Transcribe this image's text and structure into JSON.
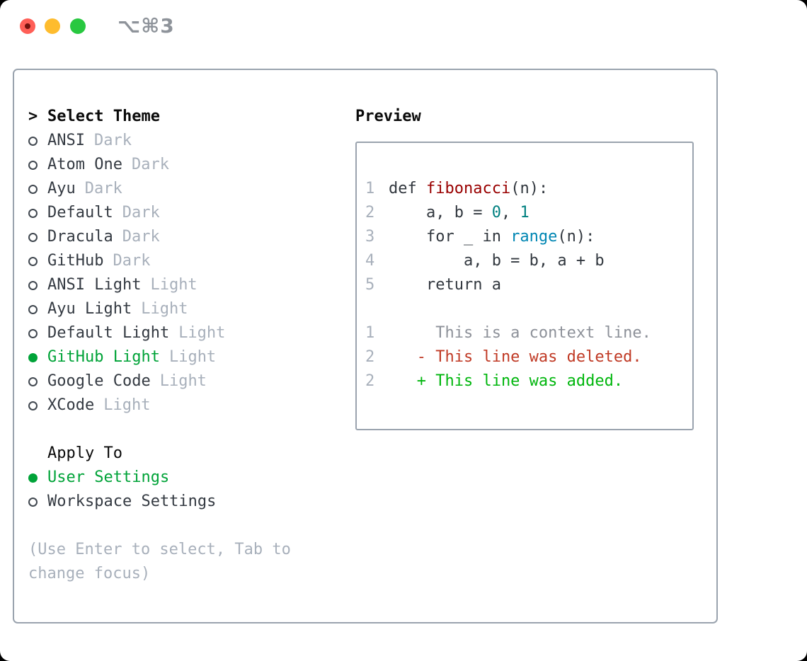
{
  "window": {
    "titlebar_shortcut": "⌥⌘3",
    "traffic_lights": [
      "close",
      "minimize",
      "zoom"
    ]
  },
  "colors": {
    "selection_green": "#00a338",
    "addition_green": "#00b60d",
    "deletion_red": "#c03a25",
    "function_title_red": "#990000",
    "number_teal": "#008080",
    "builtin_blue": "#0086b3",
    "secondary_gray": "#a8b0bb",
    "border_gray": "#9aa3ae",
    "traffic_red": "#ff5f57",
    "traffic_yellow": "#febc2e",
    "traffic_green": "#28c840"
  },
  "theme_panel": {
    "header": {
      "prompt": ">",
      "label": "Select Theme"
    },
    "items": [
      {
        "name": "ANSI",
        "variant": "Dark",
        "selected": false
      },
      {
        "name": "Atom One",
        "variant": "Dark",
        "selected": false
      },
      {
        "name": "Ayu",
        "variant": "Dark",
        "selected": false
      },
      {
        "name": "Default",
        "variant": "Dark",
        "selected": false
      },
      {
        "name": "Dracula",
        "variant": "Dark",
        "selected": false
      },
      {
        "name": "GitHub",
        "variant": "Dark",
        "selected": false
      },
      {
        "name": "ANSI Light",
        "variant": "Light",
        "selected": false
      },
      {
        "name": "Ayu Light",
        "variant": "Light",
        "selected": false
      },
      {
        "name": "Default Light",
        "variant": "Light",
        "selected": false
      },
      {
        "name": "GitHub Light",
        "variant": "Light",
        "selected": true
      },
      {
        "name": "Google Code",
        "variant": "Light",
        "selected": false
      },
      {
        "name": "XCode",
        "variant": "Light",
        "selected": false
      }
    ],
    "apply_to": {
      "label": "Apply To",
      "options": [
        {
          "name": "User Settings",
          "selected": true
        },
        {
          "name": "Workspace Settings",
          "selected": false
        }
      ]
    },
    "help_text": "(Use Enter to select, Tab to change focus)"
  },
  "preview": {
    "label": "Preview",
    "code_lines": [
      {
        "num": "1",
        "segments": [
          {
            "text": "def ",
            "style": "keyword"
          },
          {
            "text": "fibonacci",
            "style": "title"
          },
          {
            "text": "(n):",
            "style": "plain"
          }
        ]
      },
      {
        "num": "2",
        "segments": [
          {
            "text": "    a, b = ",
            "style": "plain"
          },
          {
            "text": "0",
            "style": "number"
          },
          {
            "text": ", ",
            "style": "plain"
          },
          {
            "text": "1",
            "style": "number"
          }
        ]
      },
      {
        "num": "3",
        "segments": [
          {
            "text": "    for _ in ",
            "style": "plain"
          },
          {
            "text": "range",
            "style": "builtin"
          },
          {
            "text": "(n):",
            "style": "plain"
          }
        ]
      },
      {
        "num": "4",
        "segments": [
          {
            "text": "        a, b = b, a + b",
            "style": "plain"
          }
        ]
      },
      {
        "num": "5",
        "segments": [
          {
            "text": "    return a",
            "style": "plain"
          }
        ]
      },
      {
        "num": "",
        "segments": []
      },
      {
        "num": "1",
        "segments": [
          {
            "text": "     This is a context line.",
            "style": "context"
          }
        ]
      },
      {
        "num": "2",
        "segments": [
          {
            "text": "   - This line was deleted.",
            "style": "deletion"
          }
        ]
      },
      {
        "num": "2",
        "segments": [
          {
            "text": "   + This line was added.",
            "style": "addition"
          }
        ]
      }
    ]
  }
}
